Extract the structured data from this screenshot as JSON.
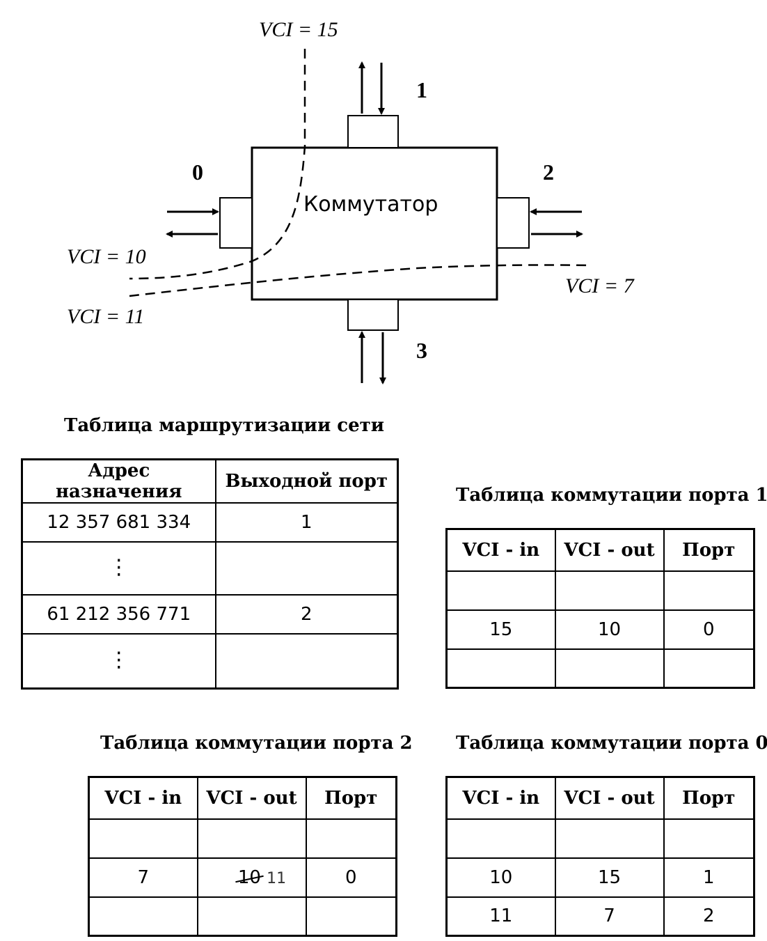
{
  "diagram": {
    "switch_label": "Коммутатор",
    "ports": [
      "0",
      "1",
      "2",
      "3"
    ],
    "vci_labels": {
      "top": "VCI = 15",
      "left_upper": "VCI = 10",
      "left_lower": "VCI = 11",
      "right": "VCI = 7"
    }
  },
  "routing_table": {
    "title": "Таблица маршрутизации сети",
    "headers": [
      "Адрес назначения",
      "Выходной порт"
    ],
    "rows": [
      [
        "12 357 681 334",
        "1"
      ],
      [
        "⋮",
        ""
      ],
      [
        "61 212 356 771",
        "2"
      ],
      [
        "⋮",
        ""
      ]
    ]
  },
  "port1_table": {
    "title": "Таблица коммутации порта 1",
    "headers": [
      "VCI - in",
      "VCI - out",
      "Порт"
    ],
    "rows": [
      [
        "",
        "",
        ""
      ],
      [
        "15",
        "10",
        "0"
      ],
      [
        "",
        "",
        ""
      ]
    ]
  },
  "port2_table": {
    "title": "Таблица коммутации порта 2",
    "headers": [
      "VCI - in",
      "VCI - out",
      "Порт"
    ],
    "rows": [
      [
        "",
        "",
        ""
      ],
      [
        "7",
        "10",
        "0"
      ],
      [
        "",
        "",
        ""
      ]
    ],
    "overwrite": "11"
  },
  "port0_table": {
    "title": "Таблица коммутации порта 0",
    "headers": [
      "VCI - in",
      "VCI - out",
      "Порт"
    ],
    "rows": [
      [
        "",
        "",
        ""
      ],
      [
        "10",
        "15",
        "1"
      ],
      [
        "11",
        "7",
        "2"
      ]
    ]
  }
}
